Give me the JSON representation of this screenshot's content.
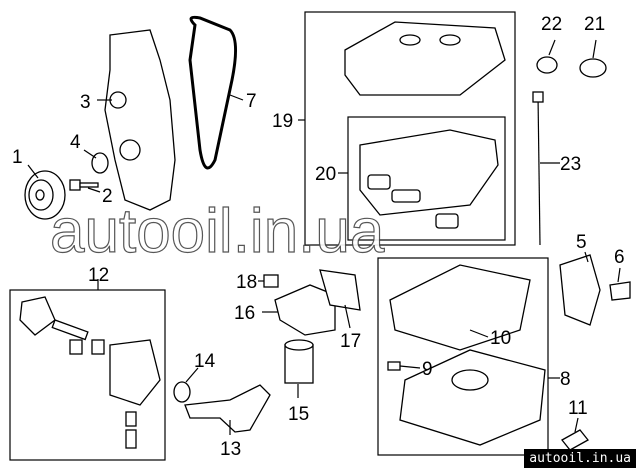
{
  "diagram": {
    "callouts": [
      "1",
      "2",
      "3",
      "4",
      "5",
      "6",
      "7",
      "8",
      "9",
      "10",
      "11",
      "12",
      "13",
      "14",
      "15",
      "16",
      "17",
      "18",
      "19",
      "20",
      "21",
      "22",
      "23"
    ]
  },
  "watermark": "autooil.in.ua",
  "site_label": "autooil.in.ua"
}
